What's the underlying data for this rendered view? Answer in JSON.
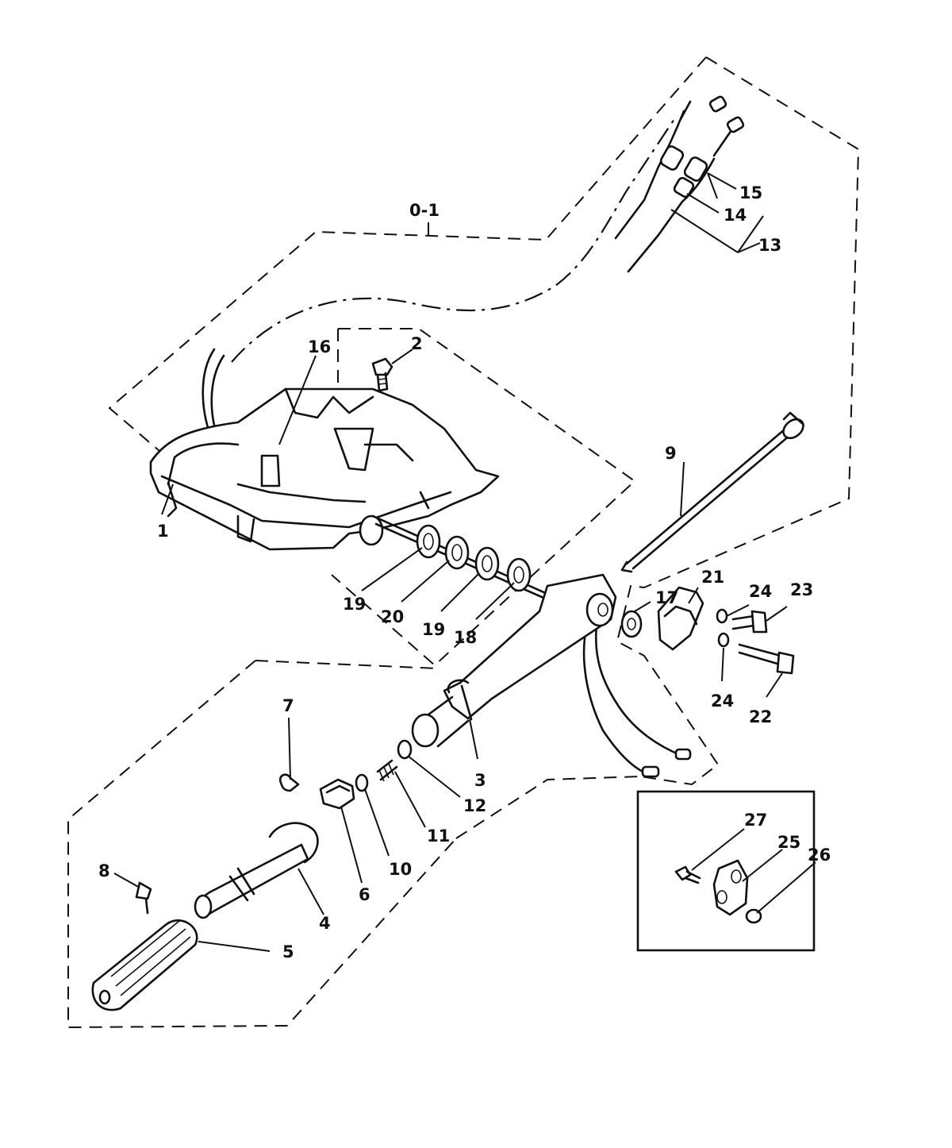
{
  "callouts": {
    "c0_1": "0-1",
    "c1": "1",
    "c2": "2",
    "c3": "3",
    "c4": "4",
    "c5": "5",
    "c6": "6",
    "c7": "7",
    "c8": "8",
    "c9": "9",
    "c10": "10",
    "c11": "11",
    "c12": "12",
    "c13": "13",
    "c14": "14",
    "c15": "15",
    "c16": "16",
    "c17": "17",
    "c18": "18",
    "c19a": "19",
    "c19b": "19",
    "c20": "20",
    "c21": "21",
    "c22": "22",
    "c23": "23",
    "c24a": "24",
    "c24b": "24",
    "c25": "25",
    "c26": "26",
    "c27": "27"
  }
}
